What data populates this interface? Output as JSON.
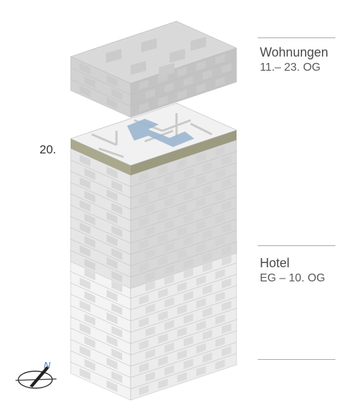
{
  "sections": [
    {
      "title": "Wohnungen",
      "subtitle": "11.– 23. OG"
    },
    {
      "title": "Hotel",
      "subtitle": "EG – 10. OG"
    }
  ],
  "highlight": {
    "floor_label": "20.",
    "band_color": "#aaa98e",
    "unit_color": "#9bb6cf"
  },
  "compass": {
    "label": "N"
  },
  "colors": {
    "upper_block": "#c8c8c8",
    "middle_block": "#dadada",
    "hotel_block": "#eeeeee",
    "rule": "#a9a9a9",
    "text": "#4a4a4a"
  }
}
